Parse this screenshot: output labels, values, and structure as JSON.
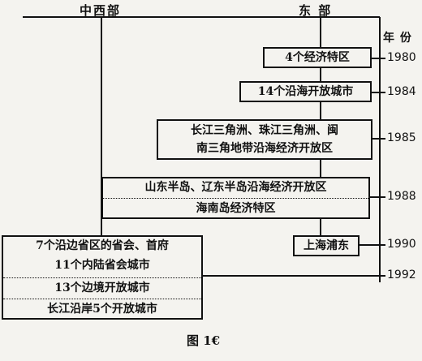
{
  "header": {
    "central_west": "中西部",
    "east": "东 部",
    "year_label": "年 份"
  },
  "east_boxes": [
    {
      "lines": [
        "4个经济特区"
      ],
      "year": "1980"
    },
    {
      "lines": [
        "14个沿海开放城市"
      ],
      "year": "1984"
    },
    {
      "lines": [
        "长江三角洲、珠江三角洲、闽",
        "南三角地带沿海经济开放区"
      ],
      "year": "1985"
    },
    {
      "lines": [
        "山东半岛、辽东半岛沿海经济开放区",
        "海南岛经济特区"
      ],
      "year": "1988"
    },
    {
      "lines": [
        "上海浦东"
      ],
      "year": "1990"
    }
  ],
  "west_box": {
    "lines": [
      "7个沿边省区的省会、首府",
      "11个内陆省会城市",
      "13个边境开放城市",
      "长江沿岸5个开放城市"
    ],
    "year": "1992"
  },
  "caption": "图 1€"
}
